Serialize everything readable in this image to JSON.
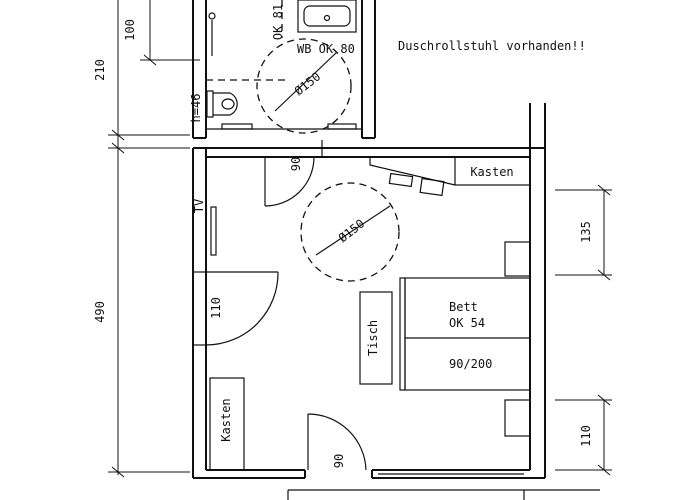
{
  "labels": {
    "note": "Duschrollstuhl vorhanden!!",
    "wb": "WB OK 80",
    "ok81": "OK 81",
    "h46": "h=46",
    "turn_bath": "Ø150",
    "turn_room": "Ø150",
    "tv": "TV",
    "kasten_top": "Kasten",
    "kasten_left": "Kasten",
    "tisch": "Tisch",
    "bett": "Bett",
    "bett_ok": "OK 54",
    "bett_size": "90/200",
    "door_bath": "90",
    "door_side": "110",
    "door_bottom": "90"
  },
  "dimensions": {
    "d100": "100",
    "d210": "210",
    "d490": "490",
    "d135": "135",
    "d110": "110"
  }
}
